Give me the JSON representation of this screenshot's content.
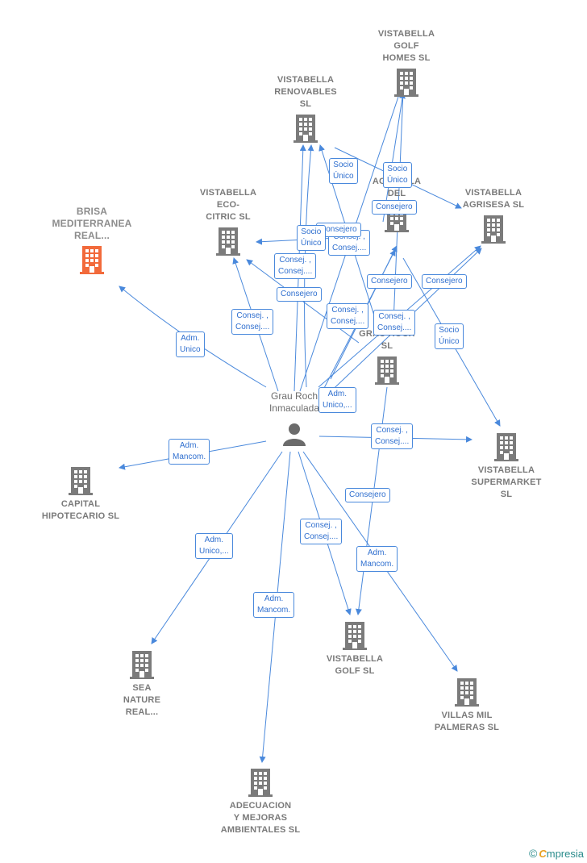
{
  "person": {
    "label": "Grau Roch\nInmaculada"
  },
  "companies": [
    {
      "key": "golf_homes",
      "label": "VISTABELLA\nGOLF\nHOMES  SL"
    },
    {
      "key": "renovables",
      "label": "VISTABELLA\nRENOVABLES\nSL"
    },
    {
      "key": "ecocitric",
      "label": "VISTABELLA\nECO-\nCITRIC  SL"
    },
    {
      "key": "brisa",
      "label": "BRISA\nMEDITERRANEA\nREAL..."
    },
    {
      "key": "agrisesa",
      "label": "VISTABELLA\nAGRISESA  SL"
    },
    {
      "key": "agricola",
      "label": "AGRICOLA\nDEL"
    },
    {
      "key": "grau",
      "label": "GRAU ROCH\nSL"
    },
    {
      "key": "supermarket",
      "label": "VISTABELLA\nSUPERMARKET\nSL"
    },
    {
      "key": "capital",
      "label": "CAPITAL\nHIPOTECARIO SL"
    },
    {
      "key": "sea",
      "label": "SEA\nNATURE\nREAL..."
    },
    {
      "key": "golf",
      "label": "VISTABELLA\nGOLF  SL"
    },
    {
      "key": "villas",
      "label": "VILLAS MIL\nPALMERAS  SL"
    },
    {
      "key": "adecuacion",
      "label": "ADECUACION\nY MEJORAS\nAMBIENTALES SL"
    }
  ],
  "edge_labels": [
    "Socio\nÚnico",
    "Socio\nÚnico",
    "Consejero",
    "Consej. ,\nConsej....",
    "Consejero",
    "Socio\nÚnico",
    "Consej. ,\nConsej....",
    "Consejero",
    "Consejero",
    "Consejero",
    "Consej. ,\nConsej....",
    "Consej. ,\nConsej....",
    "Consej. ,\nConsej....",
    "Socio\nÚnico",
    "Adm.\nUnico",
    "Adm.\nUnico,...",
    "Adm.\nMancom.",
    "Consej. ,\nConsej....",
    "Consejero",
    "Adm.\nUnico,...",
    "Consej. ,\nConsej....",
    "Adm.\nMancom.",
    "Adm.\nMancom."
  ],
  "colors": {
    "edge": "#4a89dc",
    "building": "#7b7b7b",
    "focus_building": "#f26a3b"
  },
  "brand": {
    "symbol": "©",
    "name_first": "C",
    "name_rest": "mpresia"
  }
}
